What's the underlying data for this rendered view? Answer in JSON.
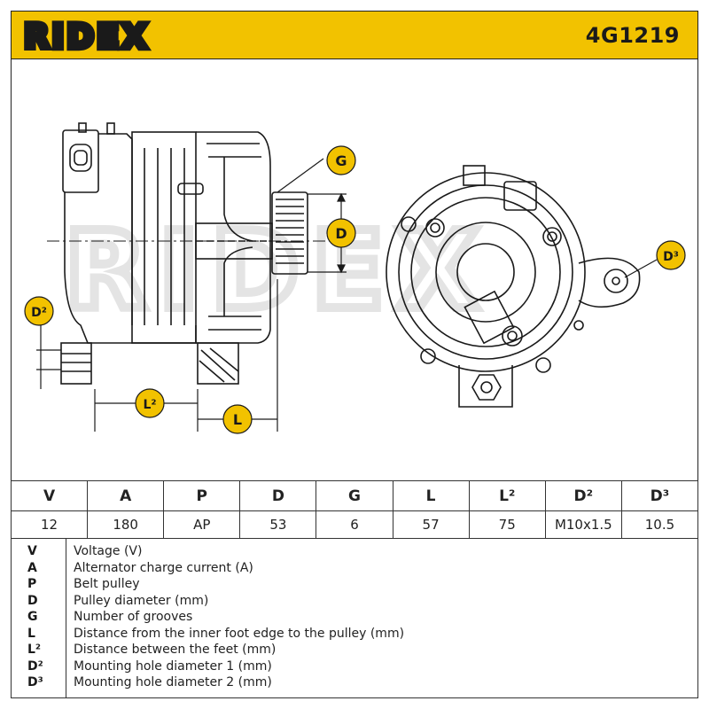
{
  "header": {
    "brand": "RIDEX",
    "part_number": "4G1219",
    "accent_color": "#f2c200"
  },
  "drawing": {
    "watermark": "RIDEX",
    "callouts": {
      "g": "G",
      "d": "D",
      "d2": "D²",
      "d3": "D³",
      "l": "L",
      "l2": "L²"
    }
  },
  "specs": {
    "headers": [
      "V",
      "A",
      "P",
      "D",
      "G",
      "L",
      "L²",
      "D²",
      "D³"
    ],
    "values": [
      "12",
      "180",
      "AP",
      "53",
      "6",
      "57",
      "75",
      "M10x1.5",
      "10.5"
    ]
  },
  "legend": [
    {
      "code": "V",
      "desc": "Voltage (V)"
    },
    {
      "code": "A",
      "desc": "Alternator charge current (A)"
    },
    {
      "code": "P",
      "desc": "Belt pulley"
    },
    {
      "code": "D",
      "desc": "Pulley diameter (mm)"
    },
    {
      "code": "G",
      "desc": "Number of grooves"
    },
    {
      "code": "L",
      "desc": "Distance from the inner foot edge to the pulley (mm)"
    },
    {
      "code": "L²",
      "desc": "Distance between the feet (mm)"
    },
    {
      "code": "D²",
      "desc": "Mounting hole diameter 1 (mm)"
    },
    {
      "code": "D³",
      "desc": "Mounting hole diameter 2 (mm)"
    }
  ]
}
